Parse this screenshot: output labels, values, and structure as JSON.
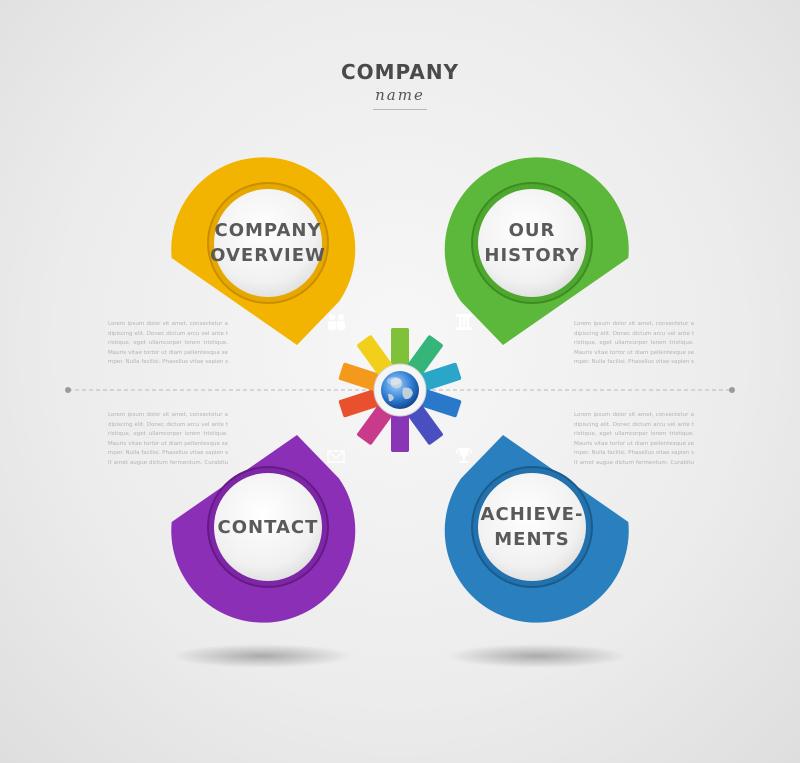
{
  "header": {
    "title": "COMPANY",
    "subtitle": "name"
  },
  "nodes": [
    {
      "id": "overview",
      "label": "COMPANY OVERVIEW",
      "color": "#f2b400",
      "icon": "people-icon"
    },
    {
      "id": "history",
      "label": "OUR HISTORY",
      "color": "#5cb83a",
      "icon": "column-icon"
    },
    {
      "id": "contact",
      "label": "CONTACT",
      "color": "#8b2fb6",
      "icon": "envelope-icon"
    },
    {
      "id": "achievements",
      "label": "ACHIEVE- MENTS",
      "color": "#2a7fbe",
      "icon": "trophy-icon"
    }
  ],
  "center": {
    "icon": "globe-icon"
  },
  "texts": {
    "top_left": "Lorem ipsum dolor sit amet, consectetur adipiscing elit. Donec dictum arcu vel ante tristique, eget ullamcorper lorem tristique. Mauris vitae tortor ut diam pellentesque semper. Nulla facilisi. Phasellus vitae sapien sit amet augue dictum fermentum. Curabitur at lectus id lorem",
    "top_right": "Lorem ipsum dolor sit amet, consectetur adipiscing elit. Donec dictum arcu vel ante tristique, eget ullamcorper lorem tristique. Mauris vitae tortor ut diam pellentesque semper. Nulla facilisi. Phasellus vitae sapien sit amet augue dictum fermentum. Curabitur at lectus id",
    "bottom_left": "Lorem ipsum dolor sit amet, consectetur adipiscing elit. Donec dictum arcu vel ante tristique, eget ullamcorper lorem tristique. Mauris vitae tortor ut diam pellentesque semper. Nulla facilisi. Phasellus vitae sapien sit amet augue dictum fermentum. Curabitur at lectus id lorem ipsum dolor sit",
    "bottom_right": "Lorem ipsum dolor sit amet, consectetur adipiscing elit. Donec dictum arcu vel ante tristique, eget ullamcorper lorem tristique. Mauris vitae tortor ut diam pellentesque semper. Nulla facilisi. Phasellus vitae sapien sit amet augue dictum fermentum. Curabitur at lectus id lorem ipsum dolor sit amet"
  },
  "colors": {
    "background": "#ececec",
    "label_text": "#5a5a5a"
  }
}
